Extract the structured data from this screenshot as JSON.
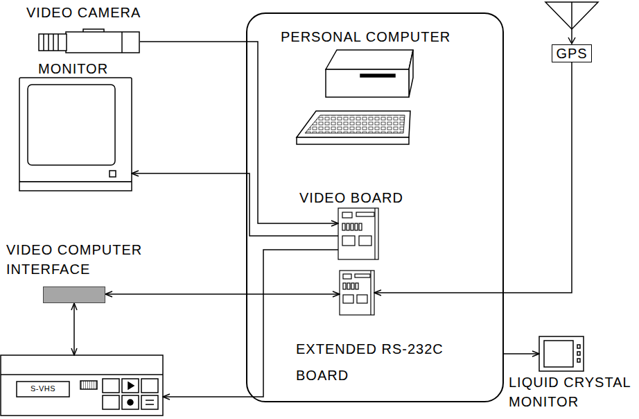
{
  "diagram": {
    "nodes": [
      {
        "text": [
          "VIDEO CAMERA"
        ]
      },
      {
        "text": [
          "PERSONAL COMPUTER"
        ]
      },
      {
        "text": [
          "GPS"
        ]
      },
      {
        "text": [
          "MONITOR"
        ]
      },
      {
        "text": [
          "VIDEO BOARD"
        ],
        "in": 1
      },
      {
        "text": [
          "VIDEO COMPUTER INTERFACE"
        ]
      },
      {
        "text": [
          "EXTENDED RS-232C BOARD"
        ],
        "in": 1
      },
      {
        "text": [
          "LIQUID CRYSTAL MONITOR"
        ]
      },
      {
        "text": [
          "S-VHS"
        ]
      }
    ],
    "edges": [
      {
        "from": 0,
        "to": 4,
        "arrow": "to"
      },
      {
        "from": 4,
        "to": 3,
        "arrow": "to"
      },
      {
        "from": 4,
        "to": 8,
        "arrow": "to"
      },
      {
        "from": 5,
        "to": 6,
        "arrow": "both"
      },
      {
        "from": 5,
        "to": 8,
        "arrow": "both"
      },
      {
        "from": 2,
        "to": 6,
        "arrow": "to"
      },
      {
        "from": 1,
        "to": 7,
        "arrow": "to"
      }
    ]
  }
}
